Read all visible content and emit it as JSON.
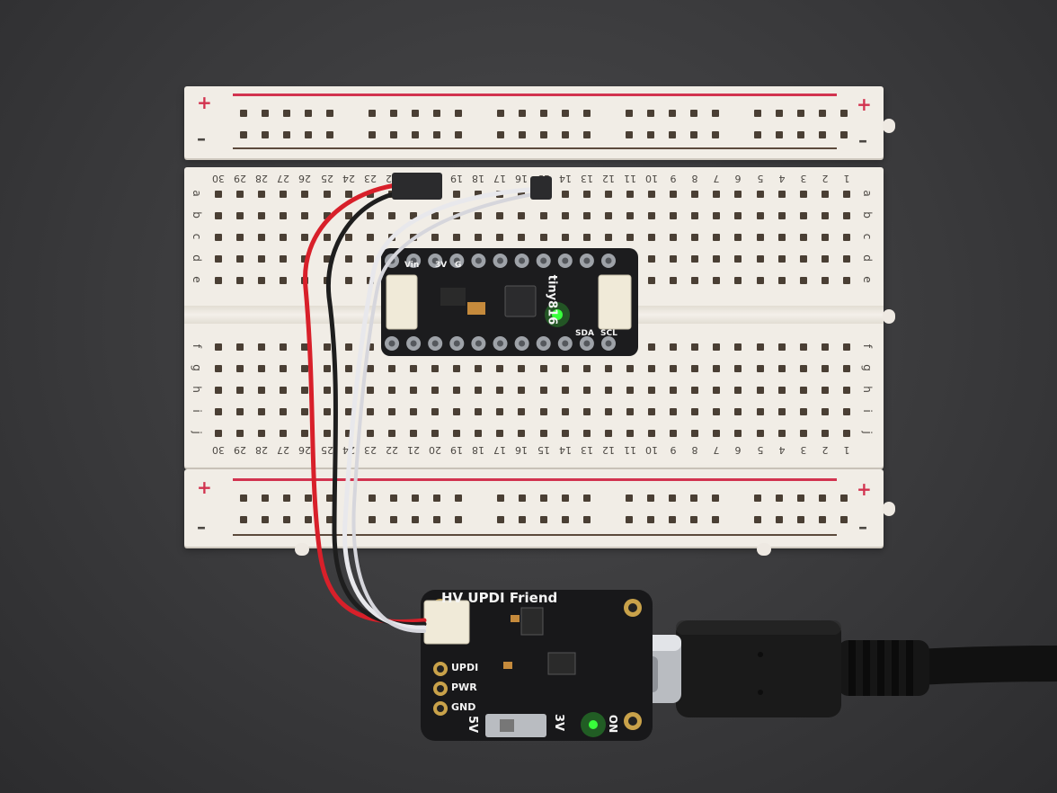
{
  "breadboard": {
    "column_numbers": [
      "30",
      "29",
      "28",
      "27",
      "26",
      "25",
      "24",
      "23",
      "22",
      "21",
      "20",
      "19",
      "18",
      "17",
      "16",
      "15",
      "14",
      "13",
      "12",
      "11",
      "10",
      "9",
      "8",
      "7",
      "6",
      "5",
      "4",
      "3",
      "2",
      "1"
    ],
    "row_letters_top": [
      "a",
      "b",
      "c",
      "d",
      "e"
    ],
    "row_letters_bottom": [
      "f",
      "g",
      "h",
      "i",
      "j"
    ],
    "plus_symbol": "+",
    "minus_symbol": "–"
  },
  "target_board": {
    "name": "tiny816",
    "pin_labels": [
      "Vin",
      "3V",
      "G",
      "SDA",
      "SCL"
    ]
  },
  "programmer_board": {
    "title": "HV UPDI Friend",
    "pin_labels": [
      "UPDI",
      "PWR",
      "GND"
    ],
    "switch_labels": [
      "5V",
      "3V"
    ],
    "led_label": "ON"
  },
  "colors": {
    "background": "#3a3a3c",
    "breadboard": "#f1ede6",
    "power_rail_red": "#d2334f",
    "pcb": "#1c1c1e",
    "wire_red": "#d8202a",
    "wire_black": "#1e1e1e",
    "wire_white": "#e8e8ec",
    "led_green": "#38ff3c"
  }
}
